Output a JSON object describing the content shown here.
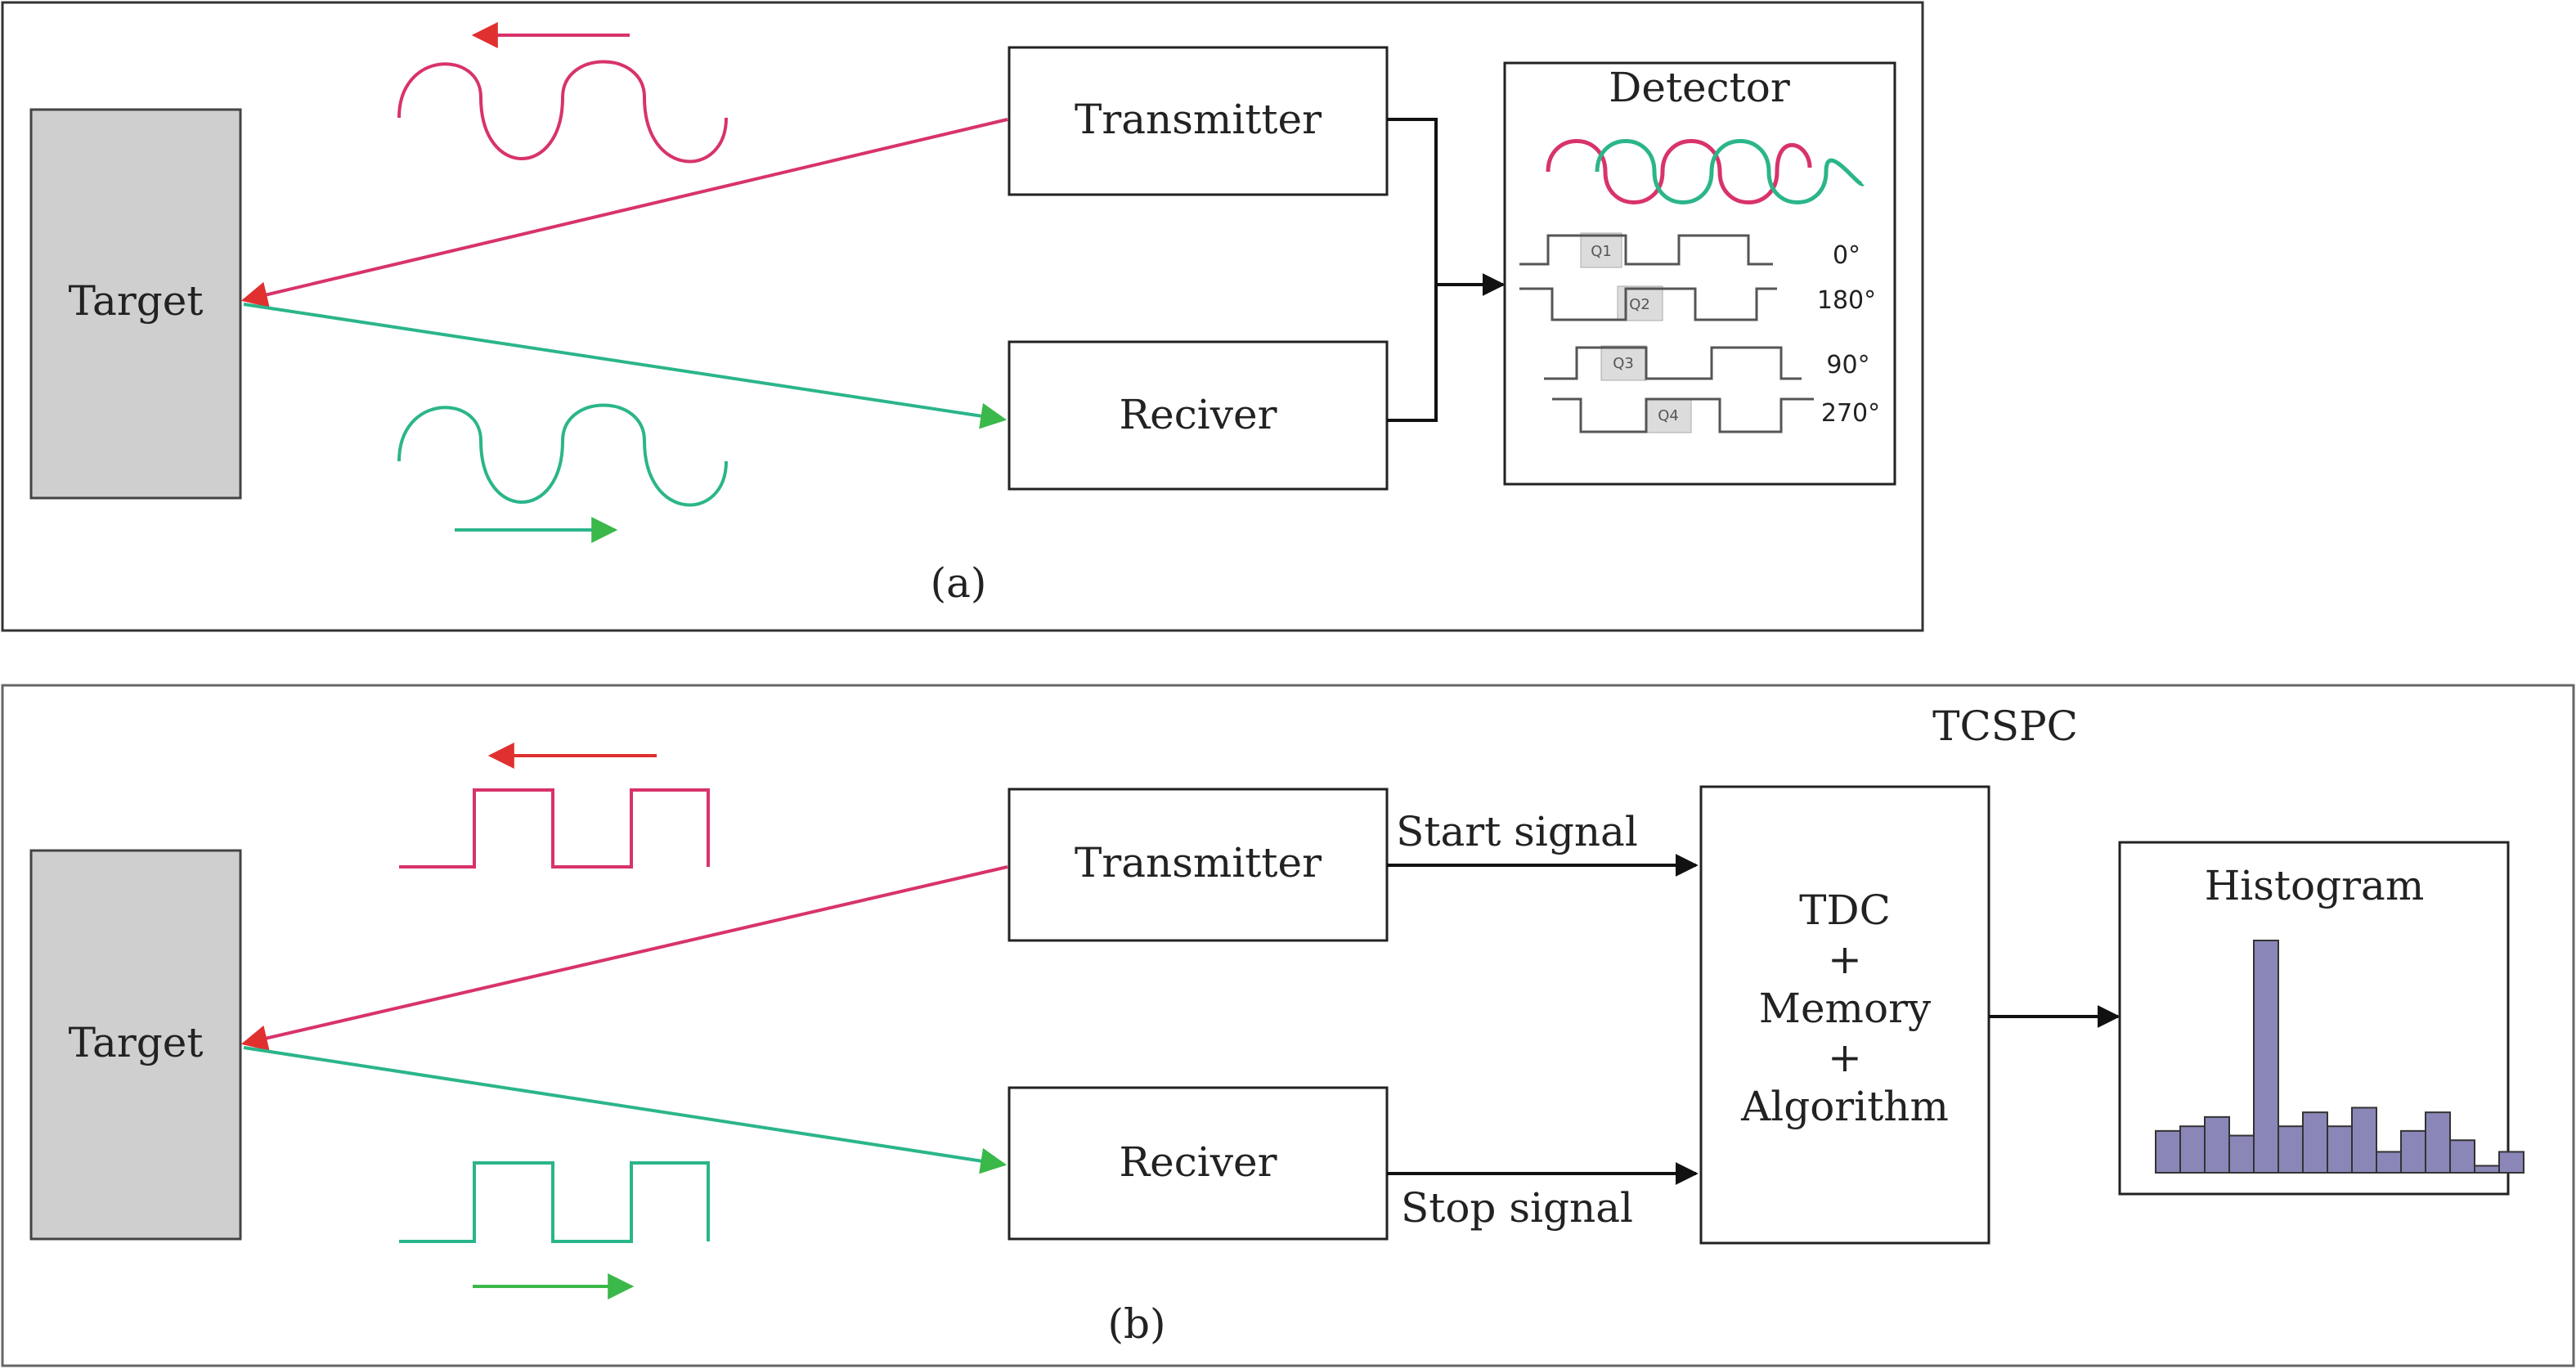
{
  "panel_a": {
    "label": "(a)",
    "target_label": "Target",
    "transmitter_label": "Transmitter",
    "receiver_label": "Reciver",
    "detector": {
      "title": "Detector",
      "phases": [
        "0°",
        "180°",
        "90°",
        "270°"
      ],
      "windows": [
        "Q1",
        "Q2",
        "Q3",
        "Q4"
      ]
    }
  },
  "panel_b": {
    "label": "(b)",
    "group_label": "TCSPC",
    "target_label": "Target",
    "transmitter_label": "Transmitter",
    "receiver_label": "Reciver",
    "start_signal_label": "Start signal",
    "stop_signal_label": "Stop signal",
    "tdc_lines": [
      "TDC",
      "+",
      "Memory",
      "+",
      "Algorithm"
    ],
    "histogram": {
      "title": "Histogram",
      "values": [
        0.18,
        0.2,
        0.24,
        0.16,
        1.0,
        0.2,
        0.26,
        0.2,
        0.28,
        0.09,
        0.18,
        0.26,
        0.14,
        0.03,
        0.09
      ]
    }
  },
  "colors": {
    "transmit": "#d8336a",
    "receive": "#2bb58a",
    "target_fill": "#cfcfcf",
    "histogram_bar": "#8a86b8"
  }
}
